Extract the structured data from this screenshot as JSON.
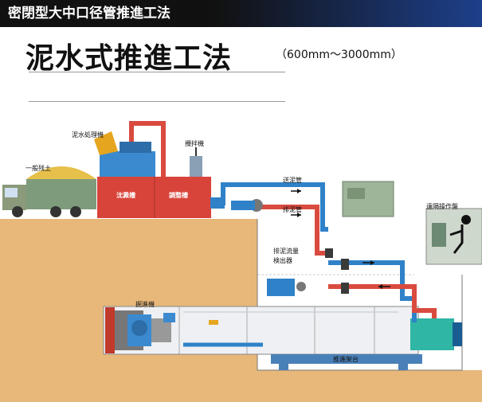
{
  "header": {
    "banner": "密閉型大中口径管推進工法"
  },
  "main": {
    "title": "泥水式推進工法",
    "range": "（600mm～3000mm）"
  },
  "labels": {
    "slurry_plant": "泥水処理機",
    "agitator": "攪拌機",
    "soil": "一般残土",
    "settling_tank": "沈澱槽",
    "adjust_tank": "調整槽",
    "feed_pipe": "送泥管",
    "drain_pipe": "排泥管",
    "remote_panel": "遠隔操作盤",
    "flowmeter_1": "排泥流量",
    "flowmeter_2": "検出器",
    "tunneling_machine": "掘進機",
    "jacking_frame": "推進架台"
  },
  "colors": {
    "feed_pipe": "#2f82c8",
    "drain_pipe": "#d94b3f",
    "ground": "#e7b87a",
    "tank": "#d9443a"
  }
}
